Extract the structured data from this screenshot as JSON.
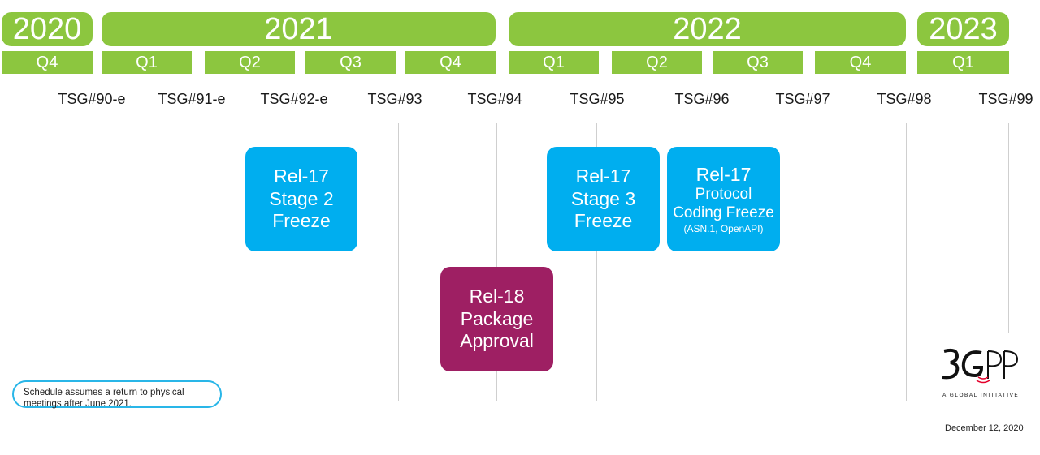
{
  "years": [
    {
      "label": "2020"
    },
    {
      "label": "2021"
    },
    {
      "label": "2022"
    },
    {
      "label": "2023"
    }
  ],
  "quarters": [
    "Q4",
    "Q1",
    "Q2",
    "Q3",
    "Q4",
    "Q1",
    "Q2",
    "Q3",
    "Q4",
    "Q1"
  ],
  "meetings": [
    "TSG#90-e",
    "TSG#91-e",
    "TSG#92-e",
    "TSG#93",
    "TSG#94",
    "TSG#95",
    "TSG#96",
    "TSG#97",
    "TSG#98",
    "TSG#99"
  ],
  "milestones": {
    "stage2": {
      "line1": "Rel-17",
      "line2": "Stage 2",
      "line3": "Freeze"
    },
    "stage3": {
      "line1": "Rel-17",
      "line2": "Stage 3",
      "line3": "Freeze"
    },
    "protocol": {
      "line1": "Rel-17",
      "line2": "Protocol",
      "line3": "Coding Freeze",
      "line4": "(ASN.1, OpenAPI)"
    },
    "rel18": {
      "line1": "Rel-18",
      "line2": "Package",
      "line3": "Approval"
    }
  },
  "colors": {
    "green": "#8cc63f",
    "blue": "#00aeef",
    "magenta": "#9e1f63"
  },
  "note": "Schedule assumes a return to physical meetings after June 2021.",
  "logo": {
    "mark": "3GPP",
    "tagline": "A GLOBAL INITIATIVE"
  },
  "date": "December 12, 2020"
}
